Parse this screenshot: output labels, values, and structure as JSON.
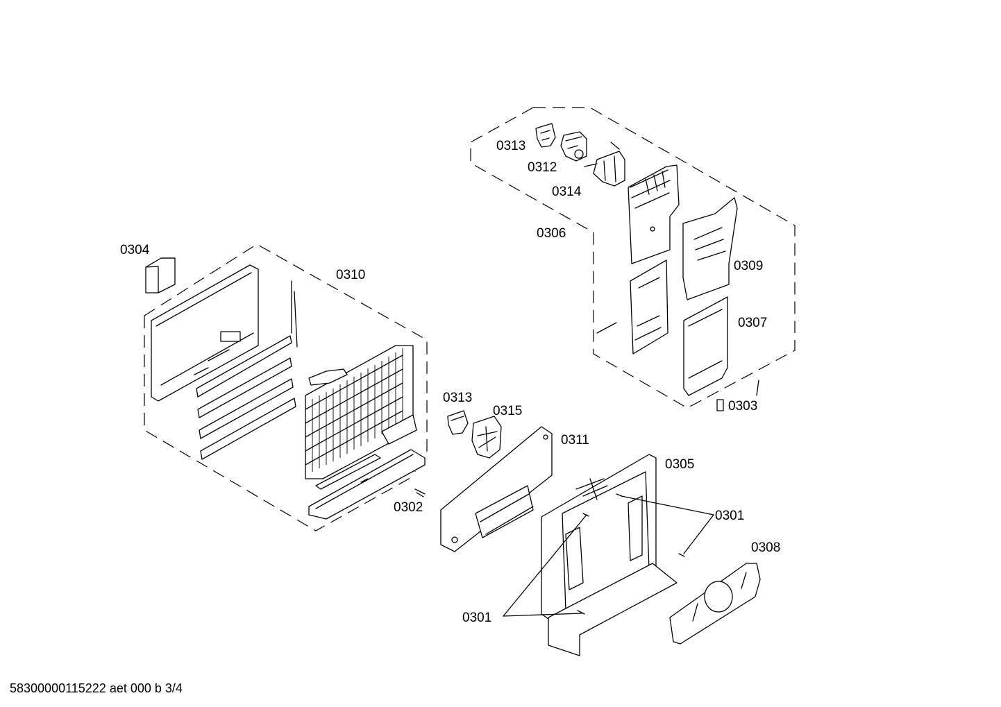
{
  "labels": {
    "p0313a": "0313",
    "p0312": "0312",
    "p0314": "0314",
    "p0306": "0306",
    "p0309": "0309",
    "p0307": "0307",
    "p0303": "0303",
    "p0304": "0304",
    "p0310": "0310",
    "p0313b": "0313",
    "p0315": "0315",
    "p0311": "0311",
    "p0305": "0305",
    "p0302": "0302",
    "p0301a": "0301",
    "p0308": "0308",
    "p0301b": "0301"
  },
  "footer": {
    "doc_code": "58300000115222 aet 000 b 3/4"
  }
}
